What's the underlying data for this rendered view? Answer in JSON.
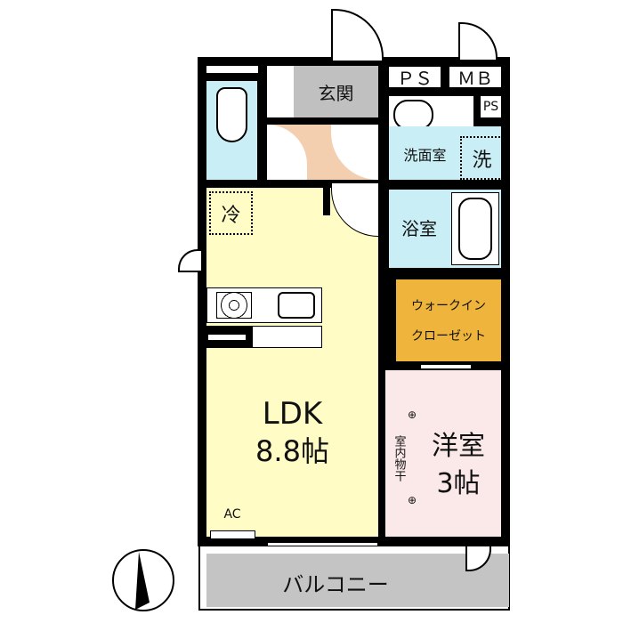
{
  "rooms": {
    "entrance": "玄関",
    "ps_top": "ＰＳ",
    "mb": "ＭＢ",
    "ps_small": "PS",
    "washroom": "洗面室",
    "washer": "洗",
    "fridge": "冷",
    "bath": "浴室",
    "walkin_line1": "ウォークイン",
    "walkin_line2": "クローゼット",
    "ldk": "LDK",
    "ldk_size": "8.8帖",
    "western": "洋室",
    "western_size": "3帖",
    "drying": "室内物干",
    "ac": "AC",
    "balcony": "バルコニー"
  },
  "colors": {
    "ldk": "#fffcc6",
    "wet": "#c9eef5",
    "entrance": "#c0c0c0",
    "corridor": "#f3cfb0",
    "closet": "#eeb43c",
    "western": "#fbe9e9",
    "balcony": "#c4c4c4"
  }
}
